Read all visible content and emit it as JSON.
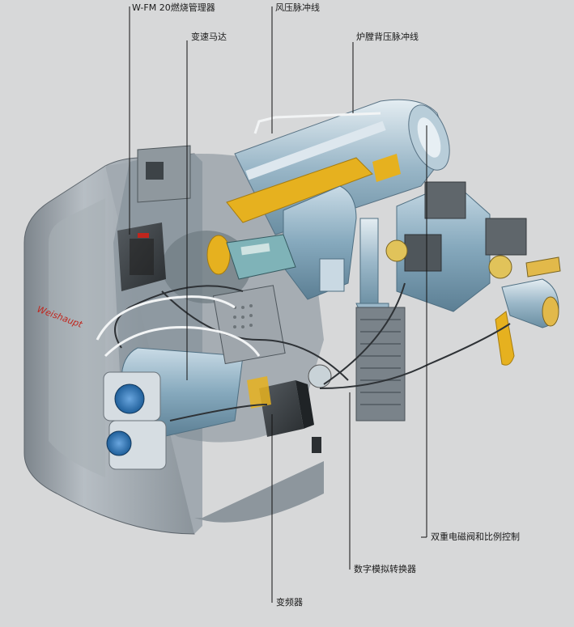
{
  "labels": {
    "controller": "W-FM 20燃烧管理器",
    "vsd_motor": "变速马达",
    "air_pressure_line": "风压脉冲线",
    "furnace_back_pressure_line": "炉膛背压脉冲线",
    "dual_solenoid_valve": "双重电磁阀和比例控制",
    "dac": "数字模拟转换器",
    "inverter": "变频器"
  },
  "brand_text": "Weishaupt",
  "colors": {
    "background": "#d7d8d9",
    "housing": "#9aa3ab",
    "steel_blue": "#7fa3b8",
    "accent_yellow": "#e6b11f",
    "brand_red": "#c0261d",
    "leader": "#111111"
  }
}
